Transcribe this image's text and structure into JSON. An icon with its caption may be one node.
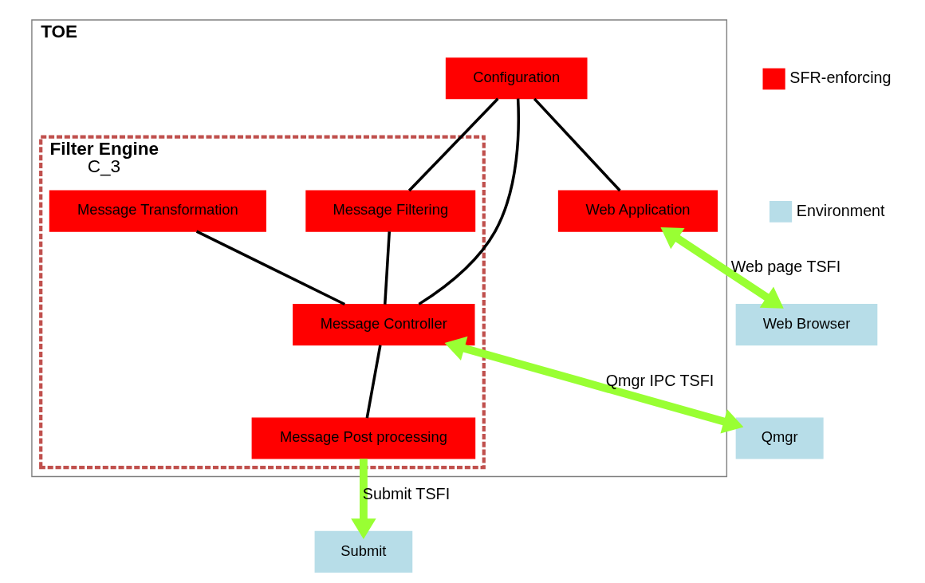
{
  "diagram": {
    "nodes": [
      {
        "text": [
          "TOE"
        ]
      },
      {
        "text": [
          "Filter Engine",
          "C_3"
        ],
        "in": 0
      },
      {
        "text": [
          "Message Filtering"
        ],
        "in": 1
      },
      {
        "text": [
          "Message Transformation"
        ],
        "in": 1
      },
      {
        "text": [
          "Configuration"
        ],
        "in": 0
      },
      {
        "text": [
          "Message Controller"
        ],
        "in": 1
      },
      {
        "text": [
          "Message Post processing"
        ],
        "in": 1
      },
      {
        "text": [
          "Web Application"
        ],
        "in": 0
      },
      {
        "text": [
          "Web Browser"
        ]
      },
      {
        "text": [
          "Qmgr"
        ]
      },
      {
        "text": [
          "Submit"
        ]
      }
    ],
    "edges": [
      {
        "from": 4,
        "to": 2,
        "arrow": "none"
      },
      {
        "from": 4,
        "to": 7,
        "arrow": "none"
      },
      {
        "from": 4,
        "to": 5,
        "arrow": "none"
      },
      {
        "from": 2,
        "to": 5,
        "arrow": "none"
      },
      {
        "from": 3,
        "to": 5,
        "arrow": "none"
      },
      {
        "from": 5,
        "to": 6,
        "arrow": "none"
      },
      {
        "from": 7,
        "to": 8,
        "arrow": "both",
        "label": "Web page TSFI",
        "style": "thick",
        "color": "#99ff33"
      },
      {
        "from": 5,
        "to": 9,
        "arrow": "both",
        "label": "Qmgr IPC TSFI",
        "style": "thick",
        "color": "#99ff33"
      },
      {
        "from": 6,
        "to": 10,
        "arrow": "to",
        "label": "Submit TSFI",
        "style": "thick",
        "color": "#99ff33"
      }
    ],
    "legend": [
      {
        "text": "SFR-enforcing",
        "color": "#ff0000"
      },
      {
        "text": "Environment",
        "color": "#b7dde8"
      }
    ]
  }
}
